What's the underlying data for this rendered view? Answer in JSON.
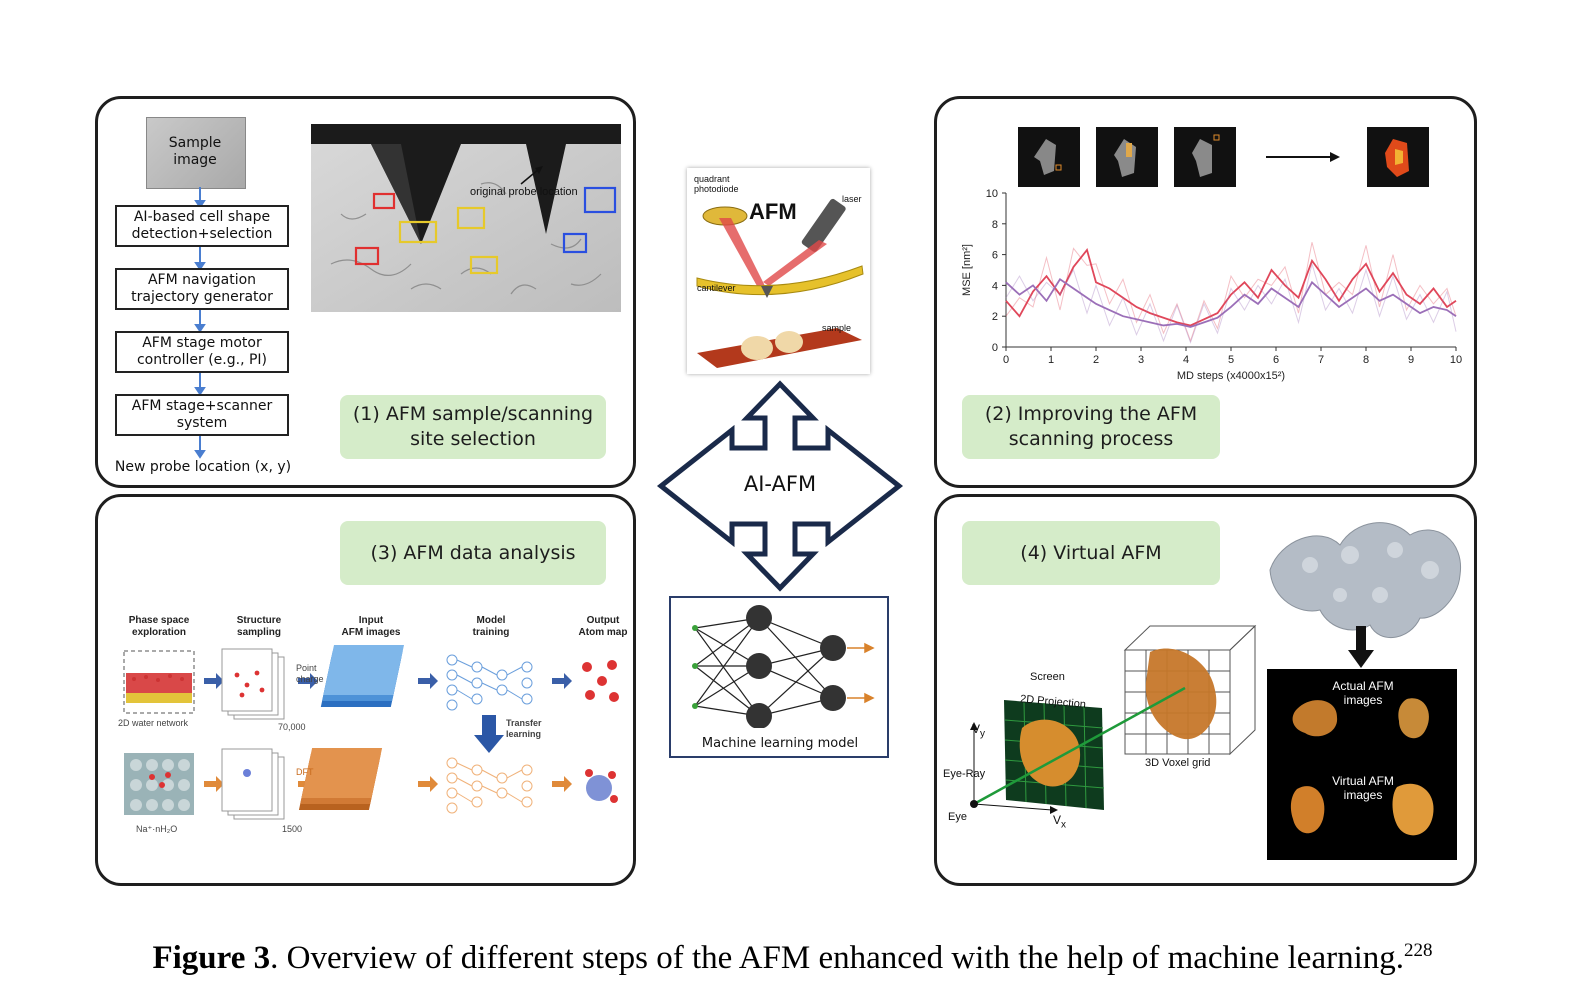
{
  "panel1": {
    "flow": [
      "Sample\nimage",
      "AI-based cell shape\ndetection+selection",
      "AFM navigation\ntrajectory generator",
      "AFM stage motor\ncontroller (e.g., PI)",
      "AFM stage+scanner\nsystem",
      "New probe location (x, y)"
    ],
    "photo_label": "original probe location",
    "title": "(1) AFM sample/scanning\nsite selection"
  },
  "center": {
    "afm_title": "AFM",
    "labels": {
      "quadrant": "quadrant\nphotodiode",
      "laser": "laser",
      "cantilever": "cantilever",
      "sample": "sample"
    },
    "hub_label": "AI-AFM",
    "nn_label": "Machine learning model"
  },
  "panel2": {
    "title": "(2) Improving the AFM\nscanning process",
    "chart_data": {
      "type": "line",
      "xlabel": "MD steps (x4000x15²)",
      "ylabel": "MSE [nm²]",
      "xlim": [
        0,
        10
      ],
      "ylim": [
        0,
        10
      ],
      "x_ticks": [
        "0",
        "1",
        "2",
        "3",
        "4",
        "5",
        "6",
        "7",
        "8",
        "9",
        "10"
      ],
      "y_ticks": [
        "0",
        "2",
        "4",
        "6",
        "8",
        "10"
      ],
      "colors": {
        "red": "#e0475a",
        "purple": "#9b6fb8"
      },
      "series": [
        {
          "color": "red",
          "x": [
            0,
            0.3,
            0.6,
            0.9,
            1.2,
            1.5,
            1.8,
            2.0,
            2.3,
            2.6,
            2.9,
            3.2,
            3.5,
            3.8,
            4.1,
            4.4,
            4.7,
            5.0,
            5.3,
            5.6,
            5.9,
            6.2,
            6.5,
            6.8,
            7.1,
            7.4,
            7.7,
            8.0,
            8.3,
            8.6,
            8.9,
            9.2,
            9.5,
            9.8,
            10
          ],
          "y": [
            3.0,
            2.0,
            3.6,
            4.6,
            3.4,
            5.2,
            6.3,
            4.2,
            3.8,
            3.2,
            2.6,
            2.2,
            1.9,
            1.6,
            1.4,
            1.8,
            2.2,
            3.4,
            4.2,
            3.2,
            5.0,
            4.0,
            3.2,
            5.6,
            4.4,
            3.0,
            4.4,
            5.4,
            3.6,
            4.8,
            3.4,
            2.8,
            3.8,
            2.6,
            3.0
          ]
        },
        {
          "color": "purple",
          "x": [
            0,
            0.3,
            0.6,
            0.9,
            1.2,
            1.5,
            1.8,
            2.0,
            2.3,
            2.6,
            2.9,
            3.2,
            3.5,
            3.8,
            4.1,
            4.4,
            4.7,
            5.0,
            5.3,
            5.6,
            5.9,
            6.2,
            6.5,
            6.8,
            7.1,
            7.4,
            7.7,
            8.0,
            8.3,
            8.6,
            8.9,
            9.2,
            9.5,
            9.8,
            10
          ],
          "y": [
            4.2,
            3.4,
            4.0,
            3.0,
            4.4,
            3.8,
            3.2,
            2.8,
            2.4,
            2.0,
            1.8,
            1.6,
            1.4,
            1.5,
            1.3,
            1.6,
            1.9,
            2.6,
            3.4,
            2.8,
            3.8,
            3.2,
            2.6,
            4.2,
            3.4,
            2.6,
            3.2,
            3.8,
            3.0,
            3.4,
            2.8,
            2.2,
            2.6,
            2.4,
            2.0
          ]
        }
      ]
    }
  },
  "panel3": {
    "title": "(3) AFM data analysis",
    "headers": [
      "Phase space\nexploration",
      "Structure\nsampling",
      "Input\nAFM images",
      "Model\ntraining",
      "Output\nAtom map"
    ],
    "labels": {
      "water": "2D water network",
      "point_charge": "Point\ncharge",
      "n70000": "70,000",
      "transfer": "Transfer\nlearning",
      "dft": "DFT",
      "n1500": "1500",
      "na": "Na⁺·nH₂O"
    }
  },
  "panel4": {
    "title": "(4) Virtual AFM",
    "labels": {
      "screen": "Screen",
      "projection": "2D Projection",
      "vy": "V",
      "vy_sub": "y",
      "vx": "V",
      "vx_sub": "x",
      "eye_ray": "Eye-Ray",
      "eye": "Eye",
      "voxel": "3D Voxel grid",
      "actual": "Actual AFM\nimages",
      "virtual": "Virtual AFM\nimages"
    }
  },
  "caption": {
    "bold": "Figure 3",
    "text": ". Overview of different steps of the AFM enhanced with the help of machine learning.",
    "ref": "228"
  }
}
